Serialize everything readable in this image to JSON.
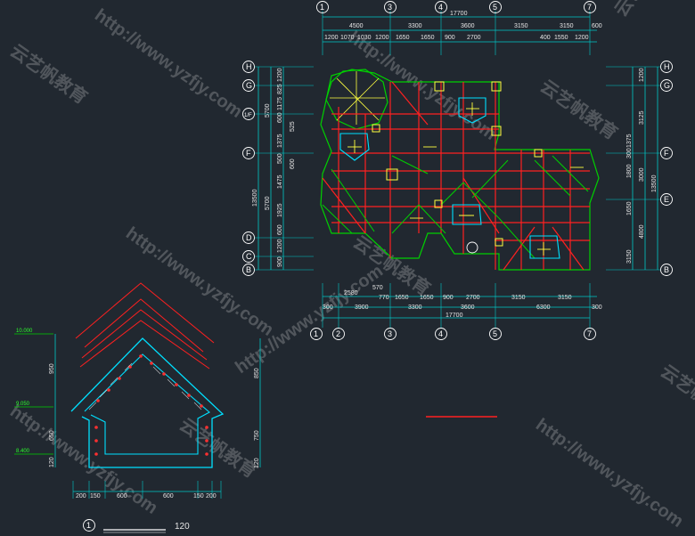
{
  "plan": {
    "overall_dim": "17700",
    "top_axes": [
      "1",
      "3",
      "4",
      "5",
      "7"
    ],
    "top_row1": [
      "4500",
      "3300",
      "3600",
      "3150",
      "3150",
      "600"
    ],
    "top_row2": [
      "1200",
      "1070",
      "1030",
      "1200",
      "1650",
      "1650",
      "900",
      "2700",
      "400",
      "1550",
      "1200"
    ],
    "bottom_row1": [
      "2580",
      "570",
      "770",
      "1650",
      "1650",
      "900",
      "2700",
      "3150",
      "3150"
    ],
    "bottom_row2": [
      "300",
      "3900",
      "3300",
      "3600",
      "6300",
      "300"
    ],
    "bottom_overall": "17700",
    "bottom_axes": [
      "1",
      "2",
      "3",
      "4",
      "5",
      "7"
    ],
    "left_axes": [
      "H",
      "G",
      "F",
      "F",
      "D",
      "C",
      "B"
    ],
    "left_axis_g2": "1/F",
    "left_dims": [
      "1200",
      "825",
      "1175",
      "600",
      "525",
      "1375",
      "500",
      "600",
      "1475",
      "1925",
      "600",
      "1200",
      "900"
    ],
    "left_span_dims": [
      "5700",
      "5700"
    ],
    "left_overall": "13500",
    "right_axes": [
      "H",
      "G",
      "F",
      "E",
      "B"
    ],
    "right_dims": [
      "1200",
      "3125",
      "1375",
      "300",
      "1800",
      "3000",
      "1650",
      "4800",
      "3150"
    ],
    "right_overall": "13500"
  },
  "section": {
    "levels": [
      "10.000",
      "9.050",
      "8.400"
    ],
    "left_dims": [
      "950",
      "650",
      "120"
    ],
    "right_dims": [
      "850",
      "750",
      "120"
    ],
    "bottom_dims": [
      "200",
      "150",
      "600",
      "600",
      "150",
      "200"
    ],
    "axis": "1",
    "scale": "120"
  },
  "watermarks": [
    "http://www.yzfjy.com",
    "云艺帆教育"
  ],
  "colors": {
    "background": "#212830",
    "beam": "#ff2020",
    "dim_line": "#00c8c8",
    "column": "#ffff40",
    "wall": "#00e000"
  }
}
